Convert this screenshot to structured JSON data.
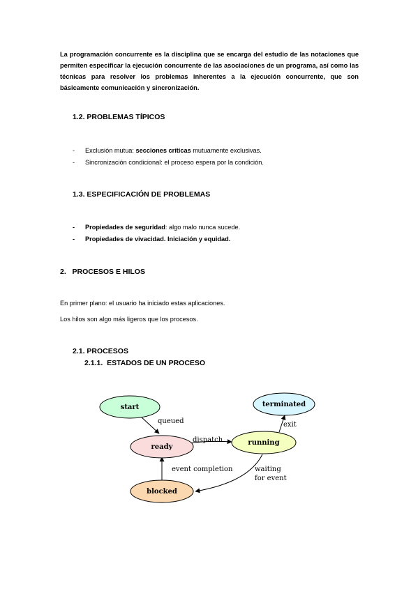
{
  "intro": "La programación concurrente es la disciplina que se encarga del estudio de las notaciones que permiten especificar la ejecución concurrente de las asociaciones de un programa, así como las técnicas para resolver los problemas inherentes a la ejecución concurrente, que son básicamente comunicación y sincronización.",
  "section_1_2": {
    "title": "1.2. PROBLEMAS TÍPICOS",
    "items": [
      {
        "dash": "-",
        "pre": "Exclusión mutua: ",
        "bold": "secciones críticas",
        "post": " mutuamente exclusivas."
      },
      {
        "dash": "-",
        "text": "Sincronización condicional: el proceso espera por la condición."
      }
    ]
  },
  "section_1_3": {
    "title": "1.3. ESPECIFICACIÓN DE PROBLEMAS",
    "items": [
      {
        "dash": "-",
        "bold": "Propiedades de seguridad",
        "post": ": algo malo nunca sucede."
      },
      {
        "dash": "-",
        "text": "Propiedades de vivacidad. Iniciación y equidad."
      }
    ]
  },
  "section_2": {
    "title": "2.   PROCESOS E HILOS",
    "para1": "En primer plano: el usuario ha iniciado estas aplicaciones.",
    "para2": "Los hilos son algo más ligeros que los procesos."
  },
  "section_2_1": {
    "title": "2.1. PROCESOS",
    "subtitle": "2.1.1.  ESTADOS DE UN PROCESO"
  },
  "diagram": {
    "nodes": {
      "start": {
        "label": "start",
        "color": "#c8ffd8"
      },
      "ready": {
        "label": "ready",
        "color": "#fadcdc"
      },
      "running": {
        "label": "running",
        "color": "#f4ffc0"
      },
      "terminated": {
        "label": "terminated",
        "color": "#d8f6ff"
      },
      "blocked": {
        "label": "blocked",
        "color": "#fcd8b0"
      }
    },
    "edges": {
      "queued": "queued",
      "dispatch": "dispatch",
      "exit": "exit",
      "waiting_1": "waiting",
      "waiting_2": "for event",
      "event_completion": "event completion"
    }
  }
}
